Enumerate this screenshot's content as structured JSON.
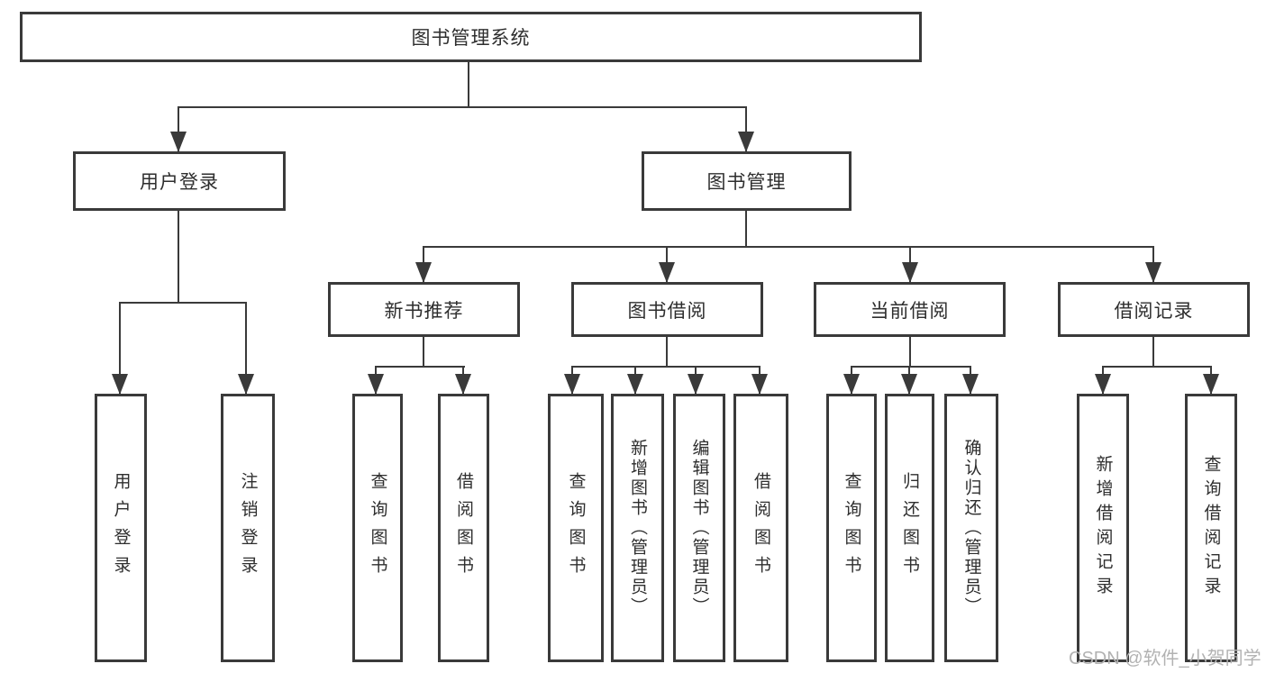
{
  "tree": {
    "root": {
      "label": "图书管理系统"
    },
    "children": [
      {
        "label": "用户登录",
        "children": [
          {
            "label": "用户登录"
          },
          {
            "label": "注销登录"
          }
        ]
      },
      {
        "label": "图书管理",
        "children": [
          {
            "label": "新书推荐",
            "children": [
              {
                "label": "查询图书"
              },
              {
                "label": "借阅图书"
              }
            ]
          },
          {
            "label": "图书借阅",
            "children": [
              {
                "label": "查询图书"
              },
              {
                "label": "新增图书（管理员）"
              },
              {
                "label": "编辑图书（管理员）"
              },
              {
                "label": "借阅图书"
              }
            ]
          },
          {
            "label": "当前借阅",
            "children": [
              {
                "label": "查询图书"
              },
              {
                "label": "归还图书"
              },
              {
                "label": "确认归还（管理员）"
              }
            ]
          },
          {
            "label": "借阅记录",
            "children": [
              {
                "label": "新增借阅记录"
              },
              {
                "label": "查询借阅记录"
              }
            ]
          }
        ]
      }
    ]
  },
  "watermark": "CSDN @软件_小贺同学",
  "colors": {
    "line": "#3a3a3a",
    "text": "#2e2e2e",
    "watermark": "#b2b2b2",
    "background": "#ffffff"
  }
}
